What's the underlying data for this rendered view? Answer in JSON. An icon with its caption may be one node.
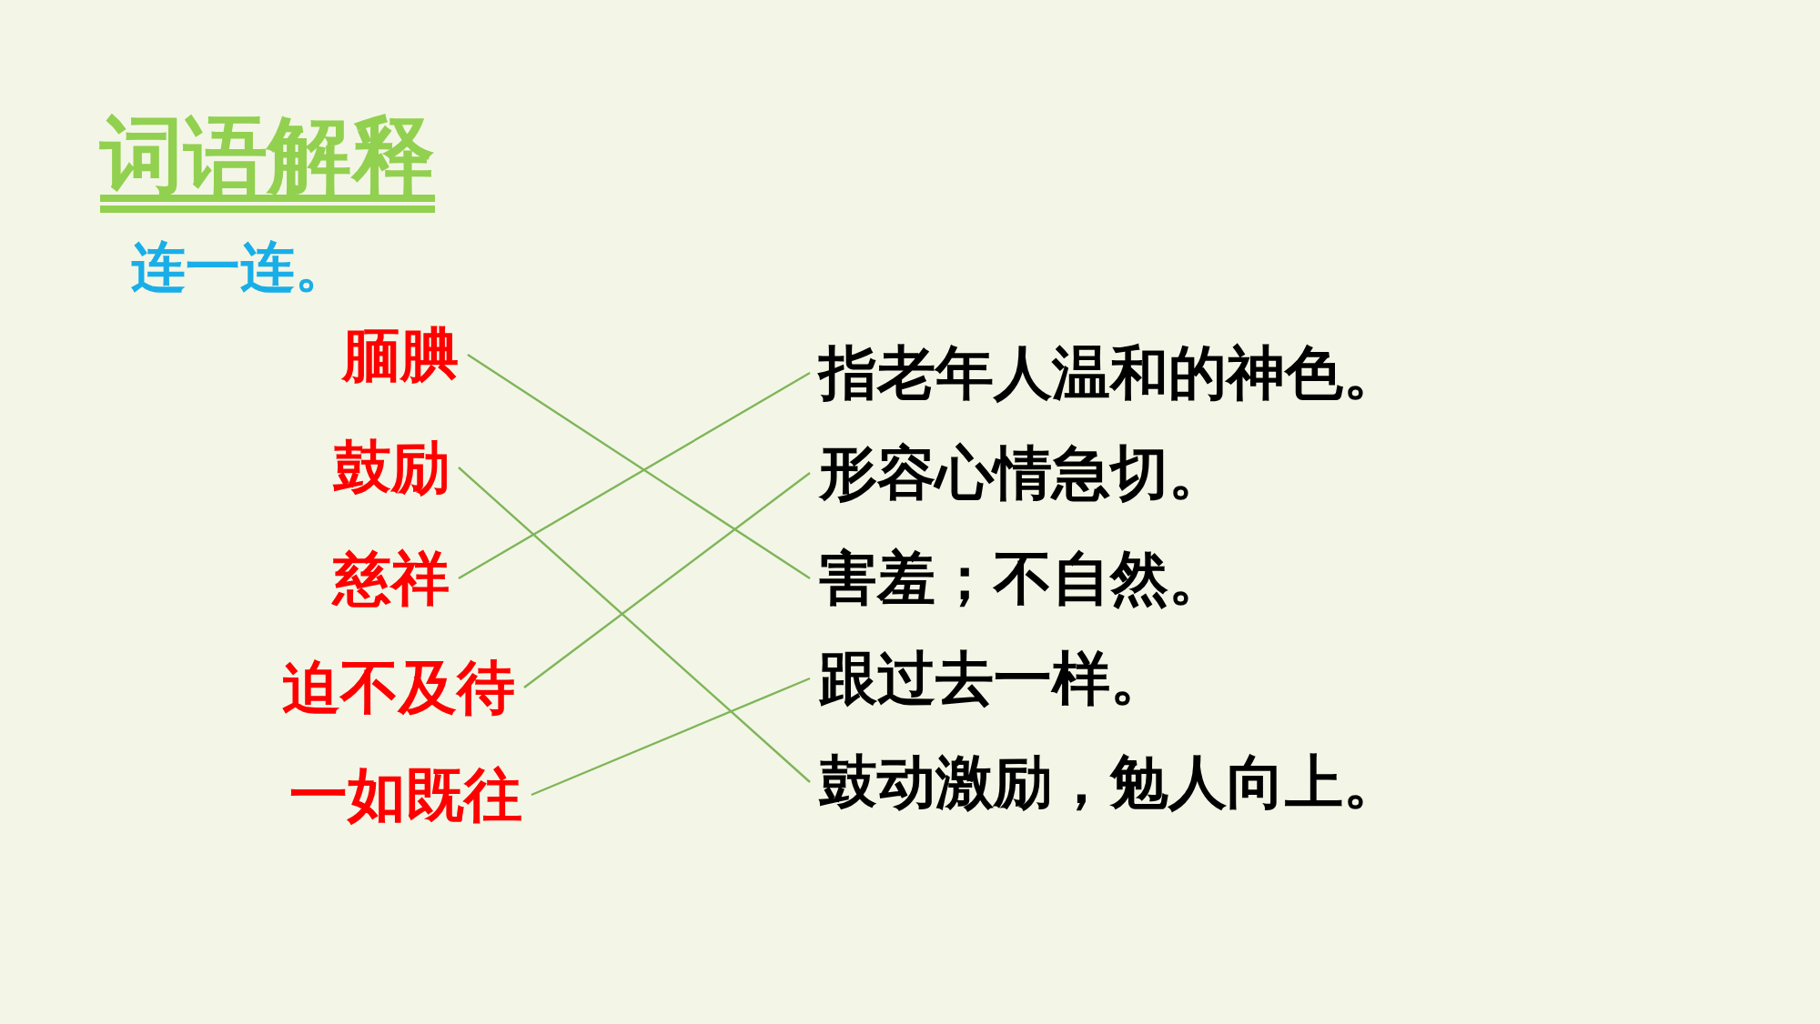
{
  "diagram": {
    "title": "词语解释",
    "nodes": [
      {
        "text": [
          "腼腆"
        ]
      },
      {
        "text": [
          "鼓励"
        ]
      },
      {
        "text": [
          "慈祥"
        ]
      },
      {
        "text": [
          "迫不及待"
        ]
      },
      {
        "text": [
          "一如既往"
        ]
      },
      {
        "text": [
          "指老年人温和的神色。"
        ]
      },
      {
        "text": [
          "形容心情急切。"
        ]
      },
      {
        "text": [
          "害羞；不自然。"
        ]
      },
      {
        "text": [
          "跟过去一样。"
        ]
      },
      {
        "text": [
          "鼓动激励，勉人向上。"
        ]
      }
    ],
    "edges": [
      {
        "from": 0,
        "to": 7,
        "arrow": "none"
      },
      {
        "from": 1,
        "to": 9,
        "arrow": "none"
      },
      {
        "from": 2,
        "to": 5,
        "arrow": "none"
      },
      {
        "from": 3,
        "to": 6,
        "arrow": "none"
      },
      {
        "from": 4,
        "to": 8,
        "arrow": "none"
      }
    ],
    "labels": [
      "连一连。"
    ]
  }
}
